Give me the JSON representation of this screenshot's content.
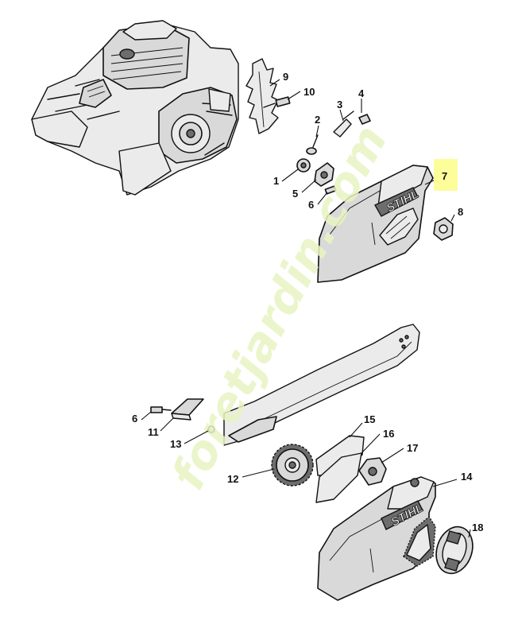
{
  "diagram": {
    "brand_text": "STIHL",
    "watermark_text": "foretjardin.com",
    "colors": {
      "part_fill": "#d9d9d9",
      "line": "#111111",
      "highlight": "#fdfd9a",
      "watermark": "#e8f3c2"
    },
    "callouts": {
      "c1": "1",
      "c2": "2",
      "c3": "3",
      "c4": "4",
      "c5": "5",
      "c6a": "6",
      "c6b": "6",
      "c7": "7",
      "c8": "8",
      "c9": "9",
      "c10": "10",
      "c11": "11",
      "c12": "12",
      "c13": "13",
      "c14": "14",
      "c15": "15",
      "c16": "16",
      "c17": "17",
      "c18": "18"
    },
    "highlighted_callout": "7"
  }
}
